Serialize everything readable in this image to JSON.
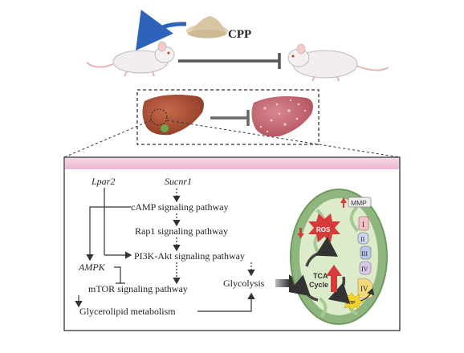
{
  "title": "CPP",
  "genes": {
    "lpar2": "Lpar2",
    "sucnr1": "Sucnr1",
    "ampk": "AMPK"
  },
  "pathways": {
    "camp": "cAMP signaling pathway",
    "rap1": "Rap1 signaling pathway",
    "pi3k": "PI3K-Akt signaling pathway",
    "mtor": "mTOR signaling pathway",
    "glycerolipid": "Glycerolipid metabolism",
    "glycolysis": "Glycolysis"
  },
  "mitochondrion": {
    "mmp": "MMP",
    "ros": "ROS",
    "tca_line1": "TCA",
    "tca_line2": "Cycle",
    "complexes": [
      "I",
      "II",
      "III",
      "IV",
      "IV"
    ],
    "atp": "ATP"
  },
  "colors": {
    "panel_band": "#f0c8dd",
    "mito_outer": "#8fb67f",
    "mito_inner": "#dcebc9",
    "liver_healthy": "#a94f35",
    "liver_damaged": "#c96a73",
    "arrow_blue": "#2e63b9",
    "inhibit_gray": "#555555",
    "ros_red": "#d63a3a"
  }
}
